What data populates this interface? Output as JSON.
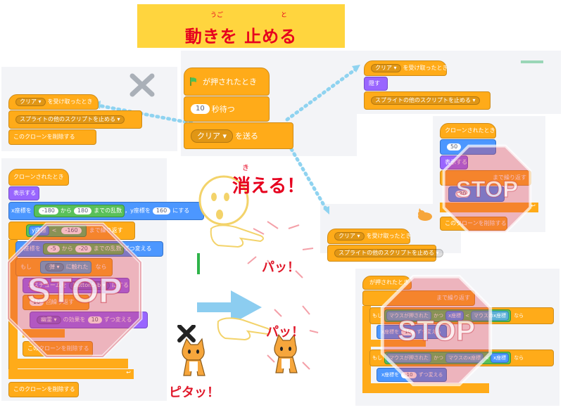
{
  "title": {
    "text": "動きを 止める",
    "ruby_ugo": "うご",
    "ruby_to": "と"
  },
  "main_script": {
    "hat": "が押されたとき",
    "wait_value": "10",
    "wait_label": "秒待つ",
    "broadcast_value": "クリア",
    "broadcast_label": "を送る"
  },
  "left_top_script": {
    "hat_value": "クリア",
    "hat_label": "を受け取ったとき",
    "stop_value": "スプライトの他のスクリプトを止める",
    "delete": "このクローンを削除する"
  },
  "left_clone_script": {
    "hat": "クローンされたとき",
    "show": "表示する",
    "goto_x_label": "x座標を",
    "x_from": "-180",
    "kara": "から",
    "x_to": "180",
    "random_label": "までの乱数",
    "y_label": "，y座標を",
    "y_value": "160",
    "ni_suru": "にする",
    "repeat_until_value": "-160",
    "repeat_until_y": "y座標",
    "repeat_until_label": "まで繰り返す",
    "change_y_label": "y座標を",
    "change_from": "-5",
    "change_to": "-20",
    "change_random": "までの乱数",
    "change_suffix": "ずつ変える",
    "if_label": "もし",
    "touching_value": "弾",
    "touching_label": "に触れた",
    "then_label": "なら",
    "costume_label": "コスチュームを",
    "costume_value": "button5-b",
    "costume_suffix": "にする",
    "repeat_count": "10",
    "repeat_label": "回繰り返す",
    "effect_value": "幽霊",
    "effect_label": "の効果を",
    "effect_amount": "10",
    "effect_suffix": "ずつ変える",
    "delete_inner": "このクローンを削除する",
    "delete_outer": "このクローンを削除する"
  },
  "right_top_script": {
    "hat_value": "クリア",
    "hat_label": "を受け取ったとき",
    "hide": "隠す",
    "stop_value": "スプライトの他のスクリプトを止める"
  },
  "right_clone_script": {
    "hat": "クローンされたとき",
    "wait_value": "50",
    "show": "表示する",
    "loop_label": "まで繰り返す",
    "wait_value2": "20",
    "delete": "このクローンを削除する"
  },
  "right_mid_script": {
    "hat_value": "クリア",
    "hat_label": "を受け取ったとき",
    "stop_value": "スプライトの他のスクリプトを止める"
  },
  "right_bottom_script": {
    "hat": "が押されたとき",
    "repeat_label": "まで繰り返す",
    "if1_label": "もし",
    "if1_cond": "マウスが押された",
    "and1": "かつ",
    "x_pos": "x座標",
    "mouse_x": "マウスのx座標",
    "then1": "なら",
    "change_x1": "x座標を",
    "change_x1_val": "10",
    "change_suffix": "ずつ変える",
    "if2_label": "もし",
    "if2_cond": "マウスが押された",
    "and2": "かつ",
    "mouse_x2": "マウスのx座標",
    "x_pos2": "x座標",
    "then2": "なら",
    "change_x2": "x座標を",
    "change_x2_val": "-10",
    "change_suffix2": "ずつ変える"
  },
  "labels": {
    "kieru": "消える！",
    "kieru_ruby": "き",
    "pa1": "パッ！",
    "pa2": "パッ！",
    "pitat": "ピタッ！",
    "stop": "STOP"
  },
  "colors": {
    "events": "#ffab19",
    "control": "#ffab19",
    "looks": "#9966ff",
    "motion": "#4c97ff",
    "sensing": "#5cb1d6",
    "operators": "#59c059",
    "title_bg": "#ffd53e",
    "title_text": "#e6001e",
    "dotted_arrow": "#8fd3f0"
  }
}
